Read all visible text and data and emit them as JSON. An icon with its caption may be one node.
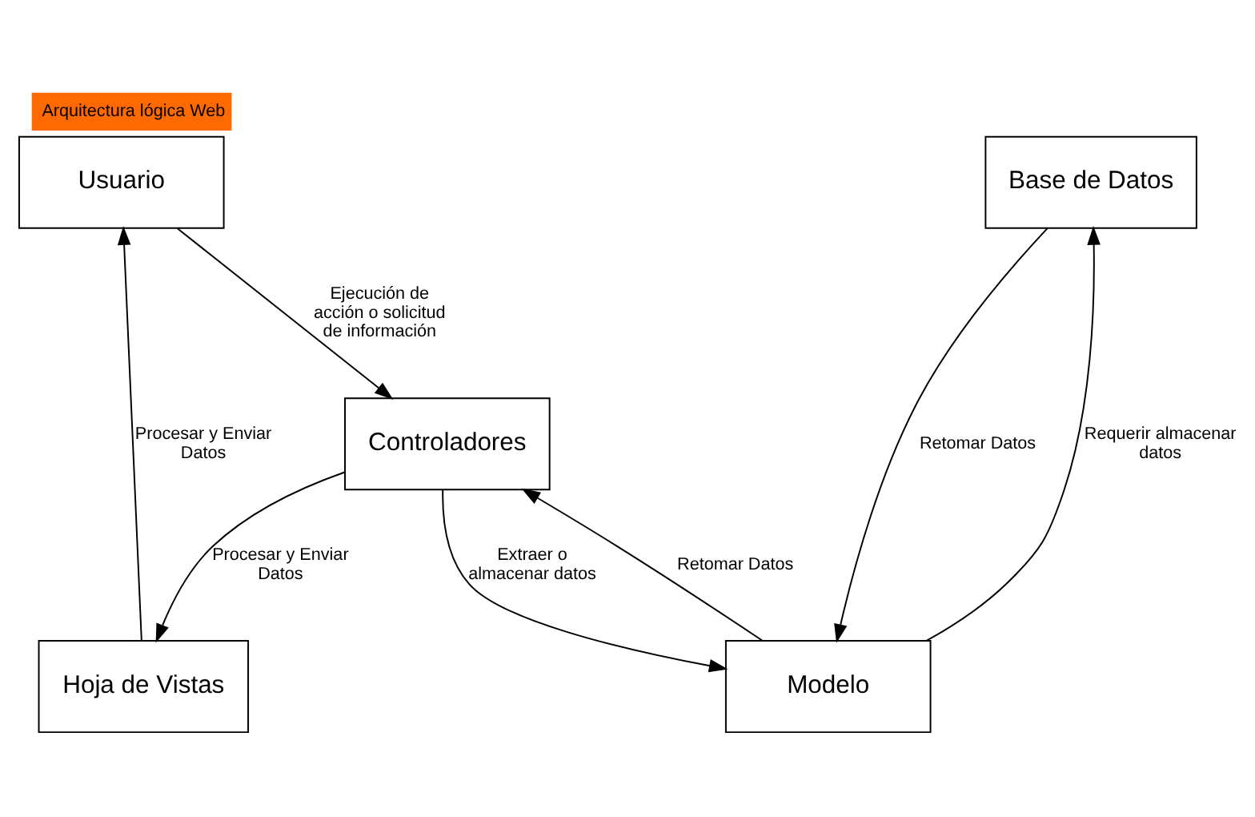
{
  "diagram": {
    "title": "Arquitectura lógica Web",
    "nodes": [
      {
        "text": [
          "Usuario"
        ]
      },
      {
        "text": [
          "Base de Datos"
        ]
      },
      {
        "text": [
          "Controladores"
        ]
      },
      {
        "text": [
          "Hoja de Vistas"
        ]
      },
      {
        "text": [
          "Modelo"
        ]
      }
    ],
    "edges": [
      {
        "from": 0,
        "to": 2,
        "arrow": "to",
        "label": "Ejecución de acción o solicitud de información"
      },
      {
        "from": 2,
        "to": 3,
        "arrow": "to",
        "label": "Procesar y Enviar Datos"
      },
      {
        "from": 3,
        "to": 0,
        "arrow": "to",
        "label": "Procesar y Enviar Datos"
      },
      {
        "from": 2,
        "to": 4,
        "arrow": "to",
        "label": "Extraer o almacenar datos"
      },
      {
        "from": 4,
        "to": 2,
        "arrow": "to",
        "label": "Retomar Datos"
      },
      {
        "from": 4,
        "to": 1,
        "arrow": "to",
        "label": "Requerir almacenar datos"
      },
      {
        "from": 1,
        "to": 4,
        "arrow": "to",
        "label": "Retomar Datos"
      }
    ]
  }
}
